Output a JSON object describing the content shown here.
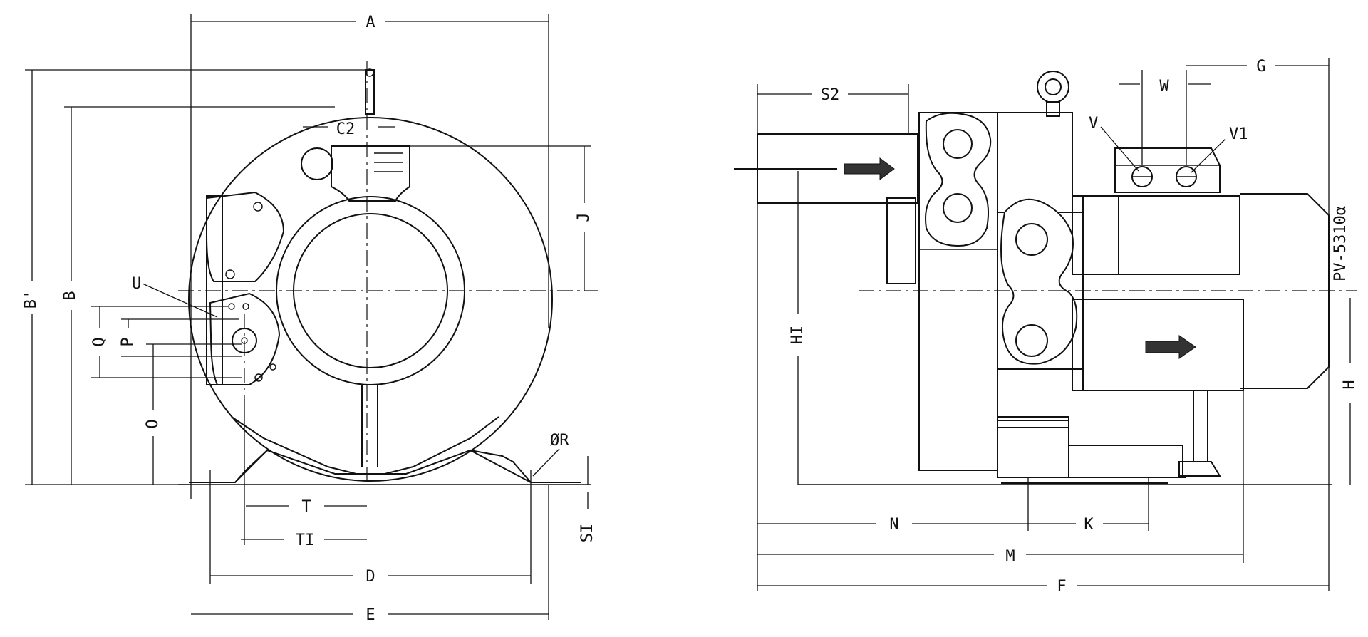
{
  "front_view": {
    "labels": {
      "A": "A",
      "B_prime": "B'",
      "B": "B",
      "C2": "C2",
      "J": "J",
      "U": "U",
      "Q": "Q",
      "P": "P",
      "O": "O",
      "T": "T",
      "T1": "TI",
      "D": "D",
      "E": "E",
      "R": "ØR",
      "S1": "SI"
    }
  },
  "side_view": {
    "labels": {
      "S2": "S2",
      "W": "W",
      "G": "G",
      "V": "V",
      "V1": "V1",
      "H1": "HI",
      "H": "H",
      "N": "N",
      "K": "K",
      "M": "M",
      "F": "F"
    },
    "model": "PV-5310α"
  }
}
